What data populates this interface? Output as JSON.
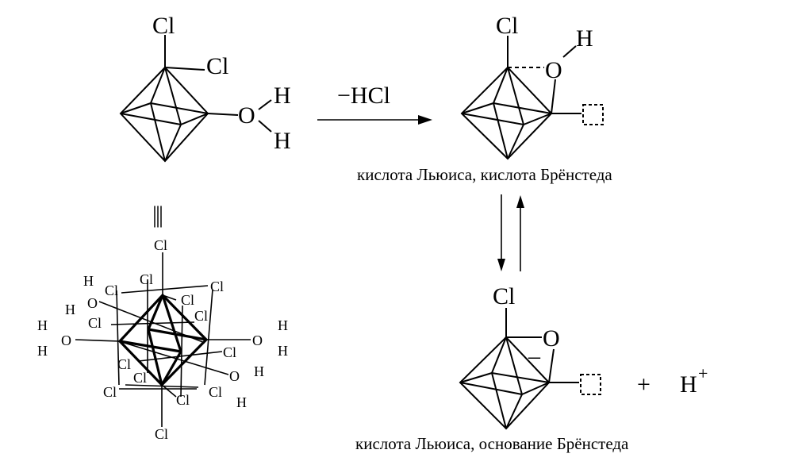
{
  "atoms": {
    "cl": "Cl",
    "o": "O",
    "h": "H",
    "o_minus": "–",
    "h_plus": "H",
    "plus_sup": "+"
  },
  "reaction": {
    "arrow_label": "−HCl",
    "plus": "+",
    "equiv": "|||"
  },
  "captions": {
    "top_right": "кислота Льюиса, кислота Брёнстеда",
    "bottom_right": "кислота Льюиса, основание Брёнстеда"
  }
}
